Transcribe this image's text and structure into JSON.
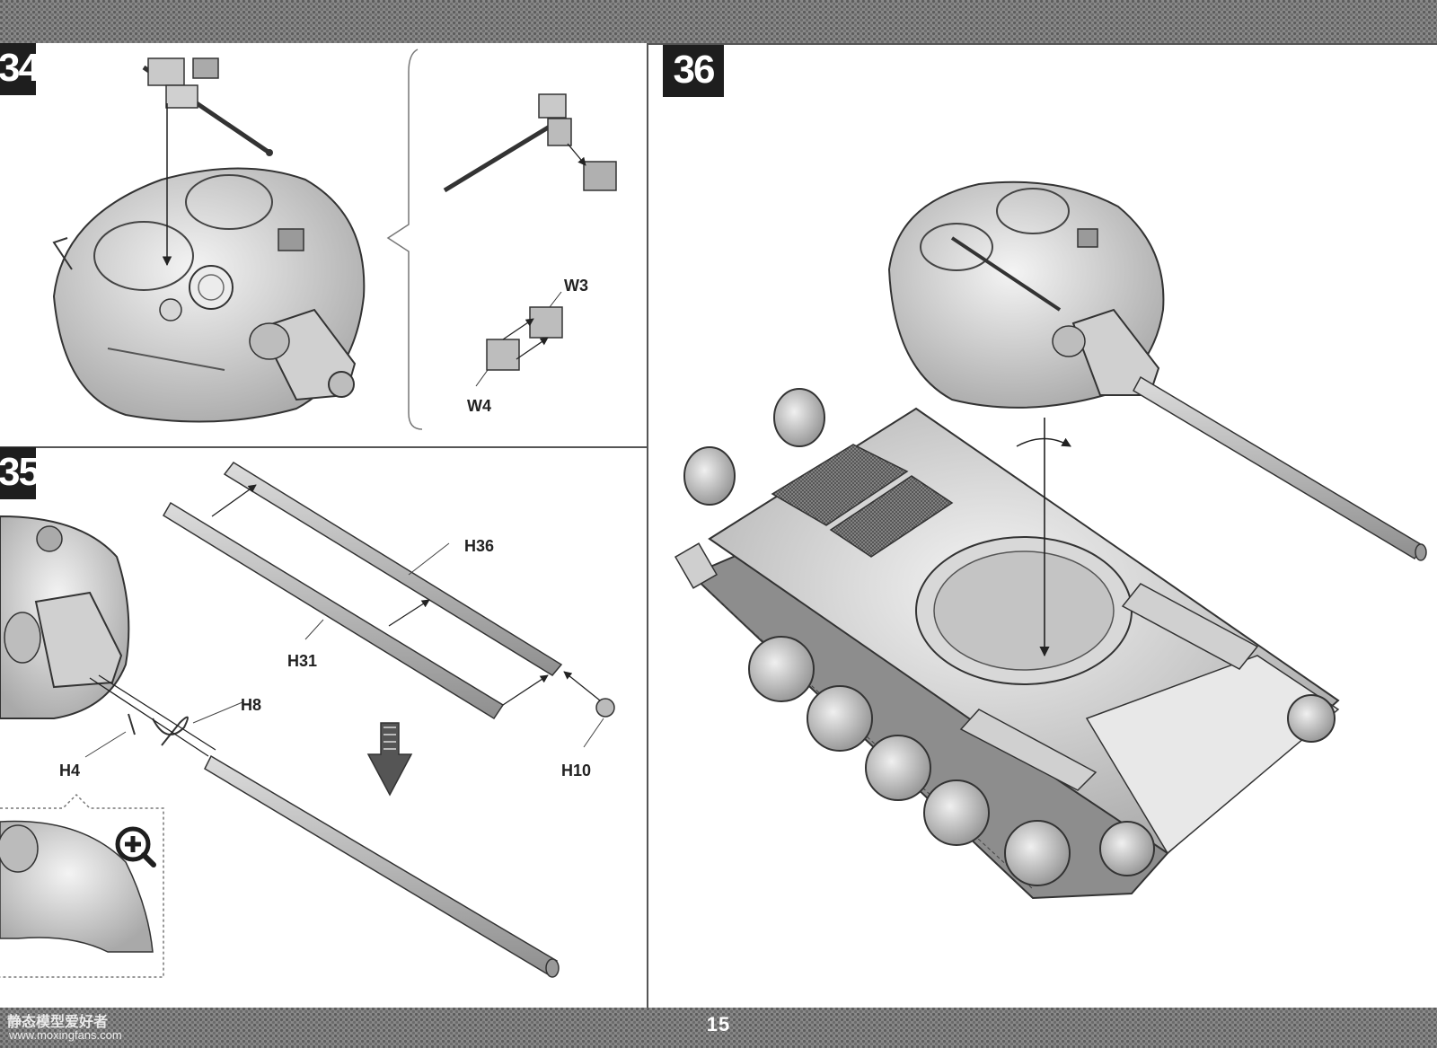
{
  "steps": {
    "s34": "34",
    "s35": "35",
    "s36": "36"
  },
  "parts": {
    "w3": "W3",
    "w4": "W4",
    "h36": "H36",
    "h31": "H31",
    "h8": "H8",
    "h4": "H4",
    "h10": "H10"
  },
  "footer": {
    "page_number": "15",
    "watermark_cn": "静态模型爱好者",
    "watermark_url": "www.moxingfans.com"
  },
  "icons": {
    "zoom": "zoom-in-icon",
    "arrow": "down-arrow-icon"
  }
}
